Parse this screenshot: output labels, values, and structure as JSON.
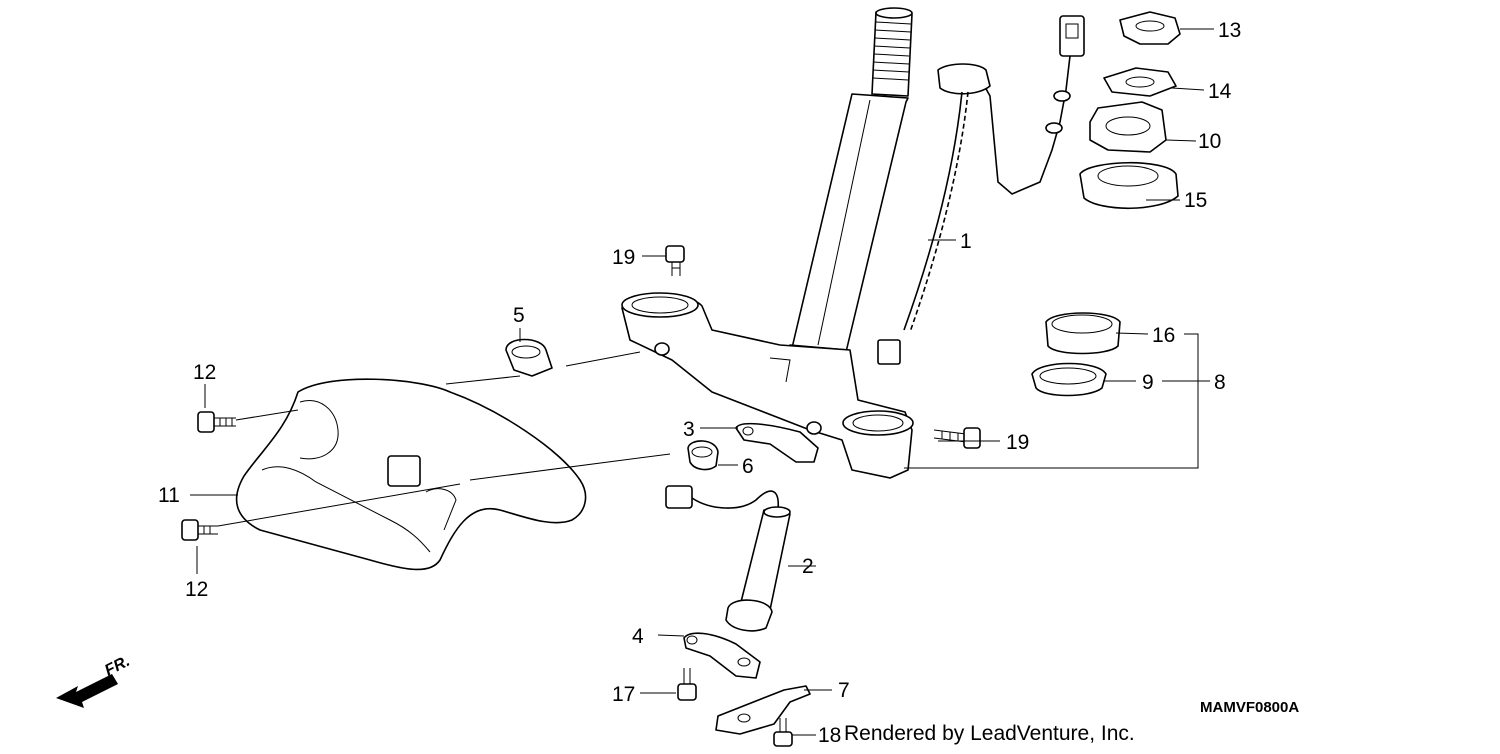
{
  "diagram": {
    "callouts": {
      "p1": "1",
      "p2": "2",
      "p3": "3",
      "p4": "4",
      "p5": "5",
      "p6": "6",
      "p7": "7",
      "p8": "8",
      "p9": "9",
      "p10": "10",
      "p11": "11",
      "p12a": "12",
      "p12b": "12",
      "p13": "13",
      "p14": "14",
      "p15": "15",
      "p16": "16",
      "p17": "17",
      "p18": "18",
      "p19a": "19",
      "p19b": "19"
    },
    "direction_marker": "FR.",
    "diagram_code": "MAMVF0800A",
    "credit": "Rendered by LeadVenture, Inc."
  }
}
